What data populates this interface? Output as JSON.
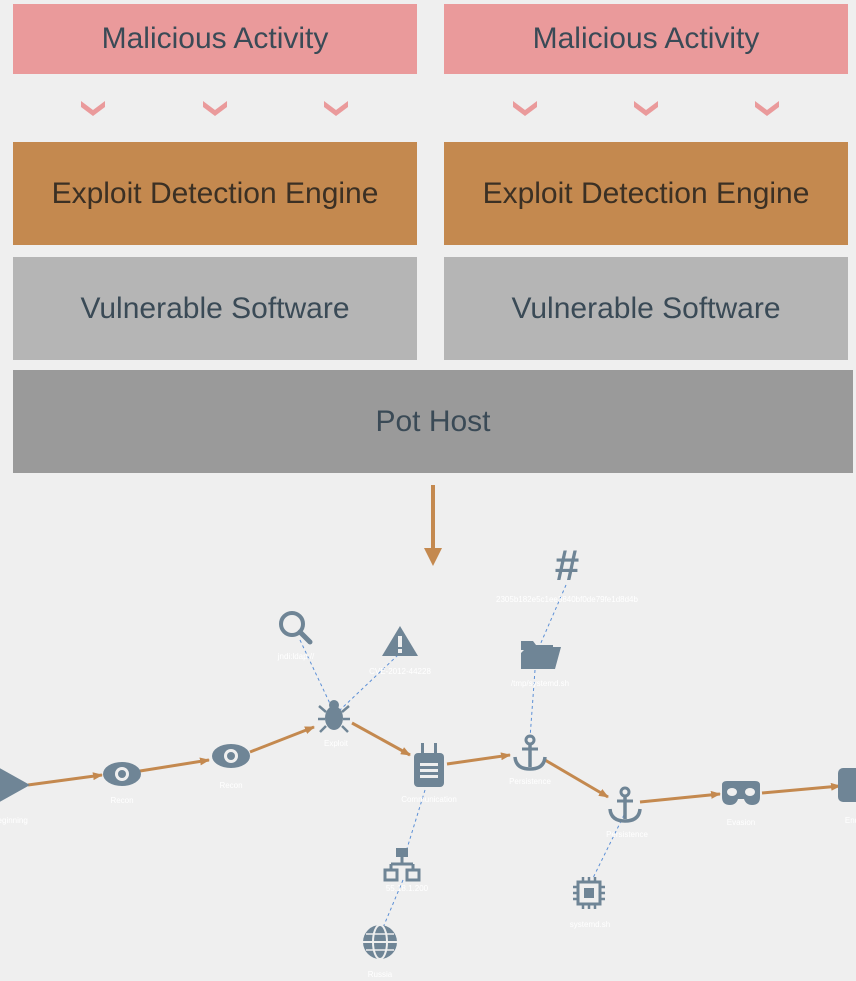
{
  "top_left": {
    "malicious_activity": "Malicious Activity",
    "engine": "Exploit Detection Engine",
    "vulnerable_software": "Vulnerable Software"
  },
  "top_right": {
    "malicious_activity": "Malicious Activity",
    "engine": "Exploit Detection Engine",
    "vulnerable_software": "Vulnerable Software"
  },
  "pot_host": "Pot Host",
  "colors": {
    "malicious": "#ea9a9b",
    "engine": "#c4894f",
    "vulnerable": "#b5b5b5",
    "pot_host": "#9a9a9a",
    "arrow": "#c4894f",
    "icon": "#6f8596",
    "dashed_link": "#5b8fd6",
    "chevron": "#ea9a9b"
  },
  "graph": {
    "nodes": {
      "beginning": {
        "label": "Beginning",
        "icon": "play-icon"
      },
      "recon1": {
        "label": "Recon",
        "icon": "eye-icon"
      },
      "recon2": {
        "label": "Recon",
        "icon": "eye-icon"
      },
      "exploit": {
        "label": "Exploit",
        "icon": "bug-icon"
      },
      "communication": {
        "label": "Communication",
        "icon": "radio-icon"
      },
      "persistence1": {
        "label": "Persistence",
        "icon": "anchor-icon"
      },
      "persistence2": {
        "label": "Persistence",
        "icon": "anchor-icon"
      },
      "evasion": {
        "label": "Evasion",
        "icon": "mask-icon"
      },
      "end": {
        "label": "End",
        "icon": "stop-icon"
      },
      "search": {
        "label": "jndi:ldap://",
        "icon": "search-icon"
      },
      "cve": {
        "label": "CVE-2012-44228",
        "icon": "warning-icon"
      },
      "hash": {
        "label": "2305b182e5c1ee3840bf0de79fe1d8d4b",
        "icon": "hash-icon"
      },
      "folder": {
        "label": "/tmp/systemd.sh",
        "icon": "folder-icon"
      },
      "network": {
        "label": "55.18.1.200",
        "icon": "network-icon"
      },
      "globe": {
        "label": "Russia",
        "icon": "globe-icon"
      },
      "chip": {
        "label": "systemd.sh",
        "icon": "chip-icon"
      }
    }
  }
}
